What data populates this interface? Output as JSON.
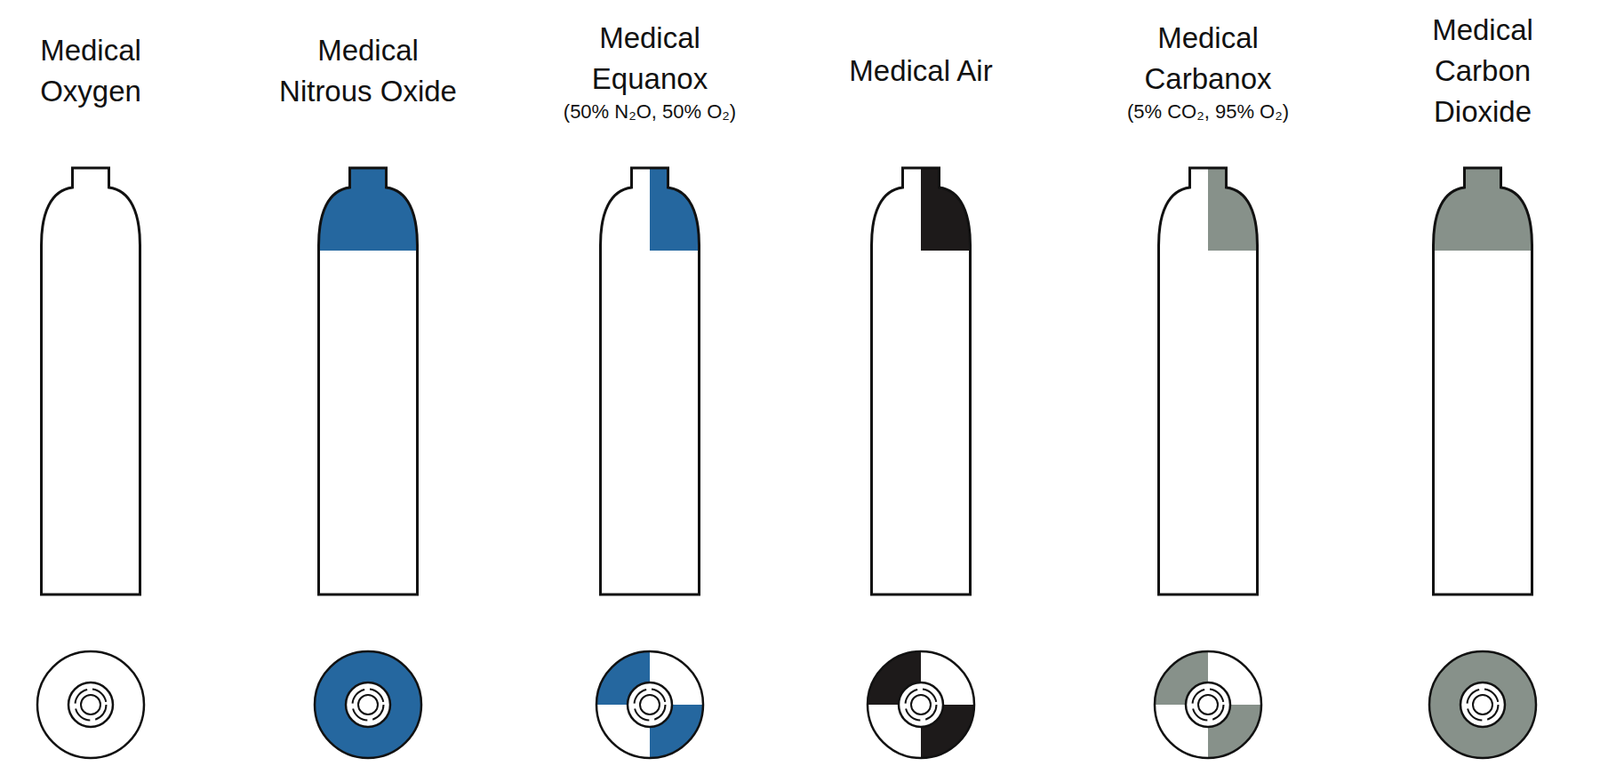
{
  "diagram": {
    "nodes": [
      {
        "text": [
          "Medical Oxygen"
        ]
      },
      {
        "text": [
          "Medical Nitrous Oxide"
        ]
      },
      {
        "text": [
          "Medical Equanox",
          "(50% N₂O, 50% O₂)"
        ]
      },
      {
        "text": [
          "Medical Air"
        ]
      },
      {
        "text": [
          "Medical Carbanox",
          "(5% CO₂, 95% O₂)"
        ]
      },
      {
        "text": [
          "Medical Carbon Dioxide"
        ]
      }
    ]
  }
}
